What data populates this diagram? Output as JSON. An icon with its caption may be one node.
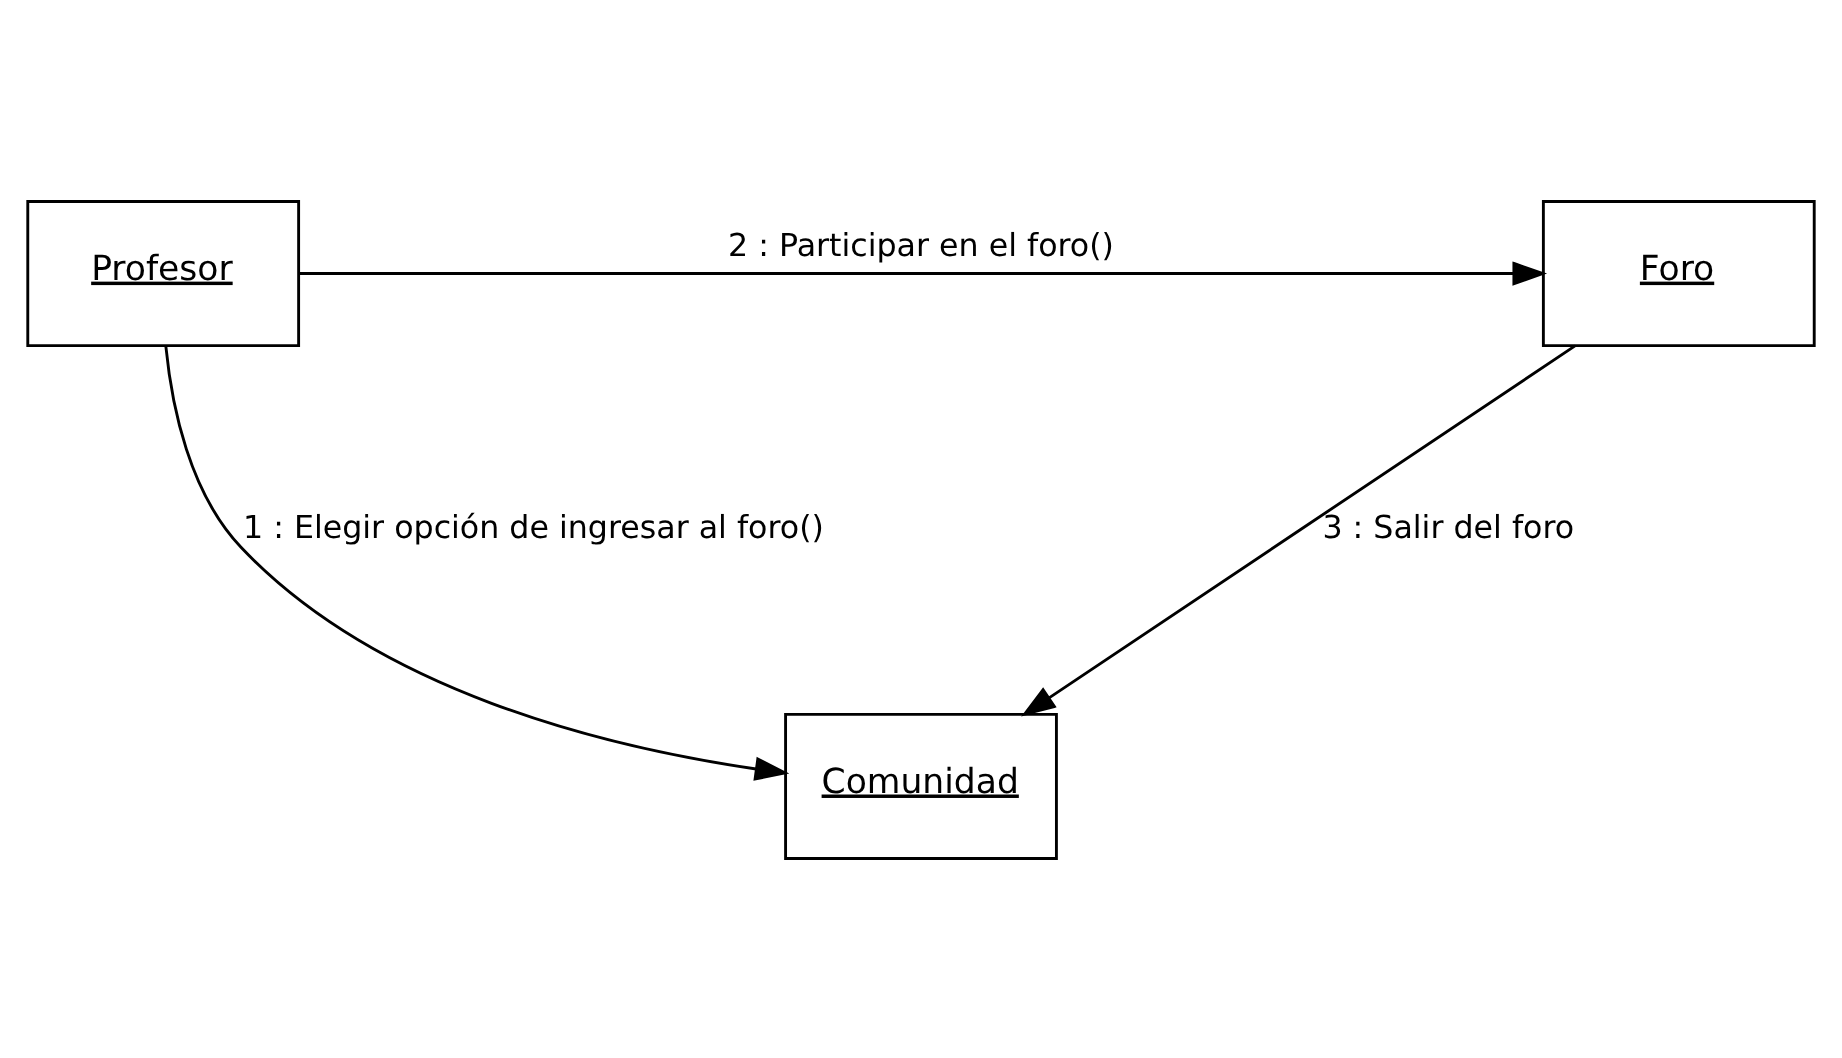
{
  "diagram": {
    "nodes": [
      {
        "text": [
          "Profesor"
        ]
      },
      {
        "text": [
          "Foro"
        ]
      },
      {
        "text": [
          "Comunidad"
        ]
      }
    ],
    "edges": [
      {
        "from": 0,
        "to": 1,
        "arrow": "to",
        "label": "2 : Participar en el foro()"
      },
      {
        "from": 0,
        "to": 2,
        "arrow": "to",
        "label": "1 : Elegir opción de ingresar al foro()"
      },
      {
        "from": 1,
        "to": 2,
        "arrow": "to",
        "label": "3 : Salir del foro"
      }
    ]
  }
}
